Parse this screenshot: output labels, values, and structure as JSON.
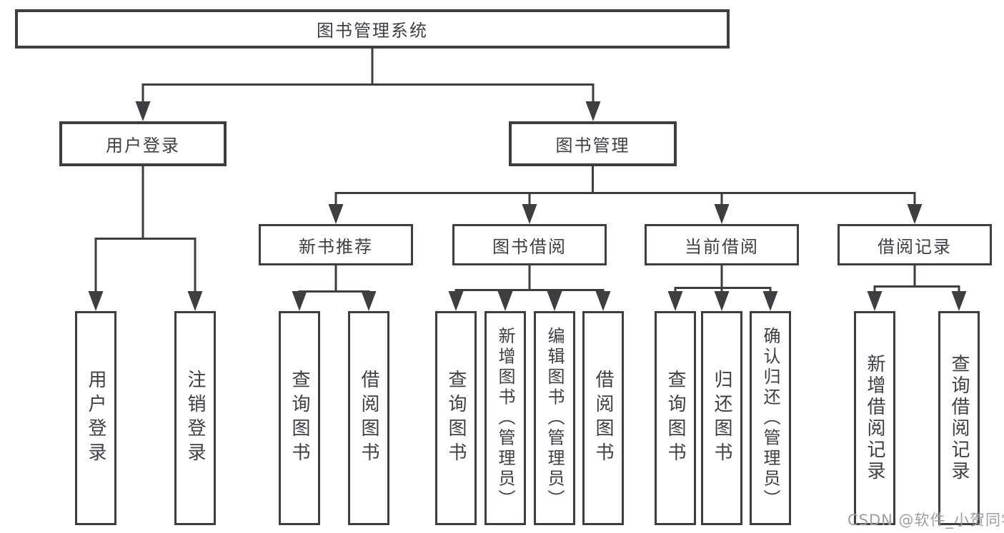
{
  "diagram": {
    "root": "图书管理系统",
    "level2": {
      "user_login": "用户登录",
      "book_mgmt": "图书管理"
    },
    "level3": {
      "new_books": "新书推荐",
      "borrowing": "图书借阅",
      "current": "当前借阅",
      "records": "借阅记录"
    },
    "leaves": {
      "login": "用户登录",
      "logout": "注销登录",
      "g2_query": "查询图书",
      "g2_borrow": "借阅图书",
      "g3_query": "查询图书",
      "g3_add": "新增图书（管理员）",
      "g3_edit": "编辑图书（管理员）",
      "g3_borrow": "借阅图书",
      "g4_query": "查询图书",
      "g4_return": "归还图书",
      "g4_confirm": "确认归还（管理员）",
      "g5_add": "新增借阅记录",
      "g5_query": "查询借阅记录"
    }
  },
  "watermark": "CSDN @软件_小贺同学",
  "colors": {
    "line": "#3c3e41",
    "box_border": "#3c3e41",
    "text": "#3c3f45",
    "watermark": "#9b9ea3",
    "background": "#ffffff"
  }
}
